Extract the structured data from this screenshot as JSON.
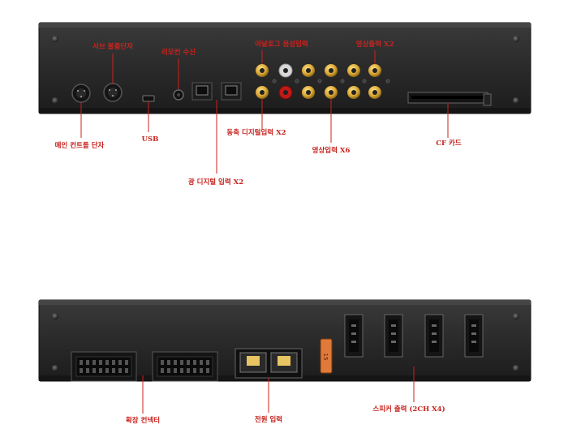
{
  "colors": {
    "label": "#c8231e",
    "panel": "#2b2b2b",
    "rca_gold": "#d8a531",
    "rca_red": "#c01a16",
    "rca_white": "#dcdcdc",
    "fuse": "#e07a3a"
  },
  "rear_panel": {
    "labels": {
      "sub_volume_terminal": "서브 볼륨단자",
      "remote_receiver": "리모컨 수신",
      "analog_audio_input": "아날로그 음성입력",
      "video_output": "영상출력 X2",
      "main_control_terminal": "메인 컨트롤 단자",
      "usb": "USB",
      "coaxial_digital_input": "동축 디지털입력 X2",
      "video_input": "영상입력 X6",
      "cf_card": "CF 카드",
      "optical_digital_input": "광 디지털 입력 X2"
    }
  },
  "front_panel": {
    "labels": {
      "expansion_connector": "확장 컨넥터",
      "power_input": "전원 입력",
      "speaker_output": "스피커 출력 (2CH X4)"
    },
    "fuse_text": "15"
  }
}
